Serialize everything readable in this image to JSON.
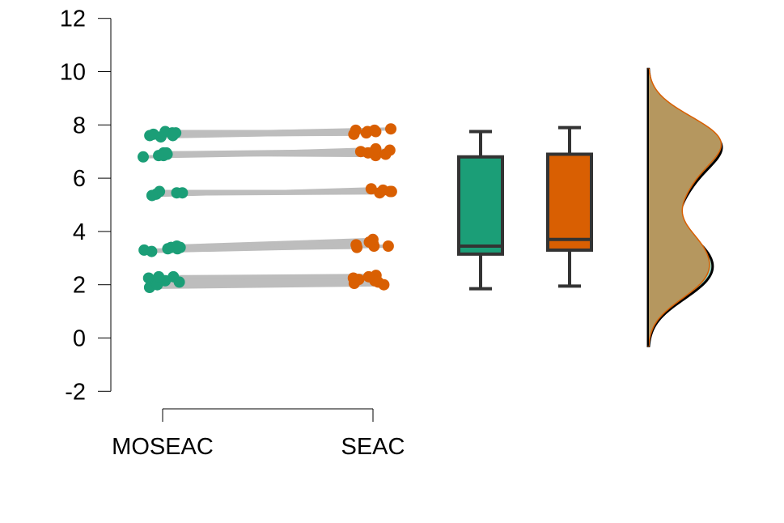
{
  "chart_data": {
    "type": "raincloud",
    "title": "",
    "xlabel": "",
    "ylabel": "",
    "ylim": [
      -2,
      12
    ],
    "yticks": [
      "-2",
      "0",
      "2",
      "4",
      "6",
      "8",
      "10",
      "12"
    ],
    "categories": [
      "MOSEAC",
      "SEAC"
    ],
    "colors": {
      "MOSEAC": "#1b9e77",
      "SEAC": "#d95f02",
      "lines": "#bdbdbd",
      "box_outline": "#333333",
      "density_fill": "#b5975f"
    },
    "series": [
      {
        "name": "MOSEAC",
        "values": [
          7.6,
          7.7,
          7.75,
          7.55,
          7.65,
          7.7,
          7.6,
          6.9,
          6.95,
          6.85,
          6.8,
          6.95,
          6.9,
          6.85,
          5.45,
          5.4,
          5.5,
          5.35,
          5.45,
          3.4,
          3.35,
          3.45,
          3.3,
          3.35,
          3.4,
          3.25,
          2.3,
          2.25,
          2.1,
          1.9,
          2.05,
          2.15,
          2.0,
          2.3
        ],
        "box": {
          "min": 1.85,
          "q1": 3.15,
          "median": 3.45,
          "q3": 6.8,
          "max": 7.75
        }
      },
      {
        "name": "SEAC",
        "values": [
          7.65,
          7.8,
          7.75,
          7.7,
          7.85,
          7.8,
          7.75,
          6.85,
          7.0,
          7.1,
          6.95,
          7.05,
          6.9,
          7.0,
          5.55,
          5.45,
          5.5,
          5.6,
          5.5,
          3.55,
          3.45,
          3.7,
          3.4,
          3.5,
          3.6,
          3.45,
          2.35,
          2.2,
          2.15,
          2.0,
          2.25,
          2.1,
          2.05,
          2.3
        ],
        "box": {
          "min": 1.95,
          "q1": 3.3,
          "median": 3.7,
          "q3": 6.9,
          "max": 7.9
        }
      }
    ],
    "legend": "none",
    "grid": false
  }
}
